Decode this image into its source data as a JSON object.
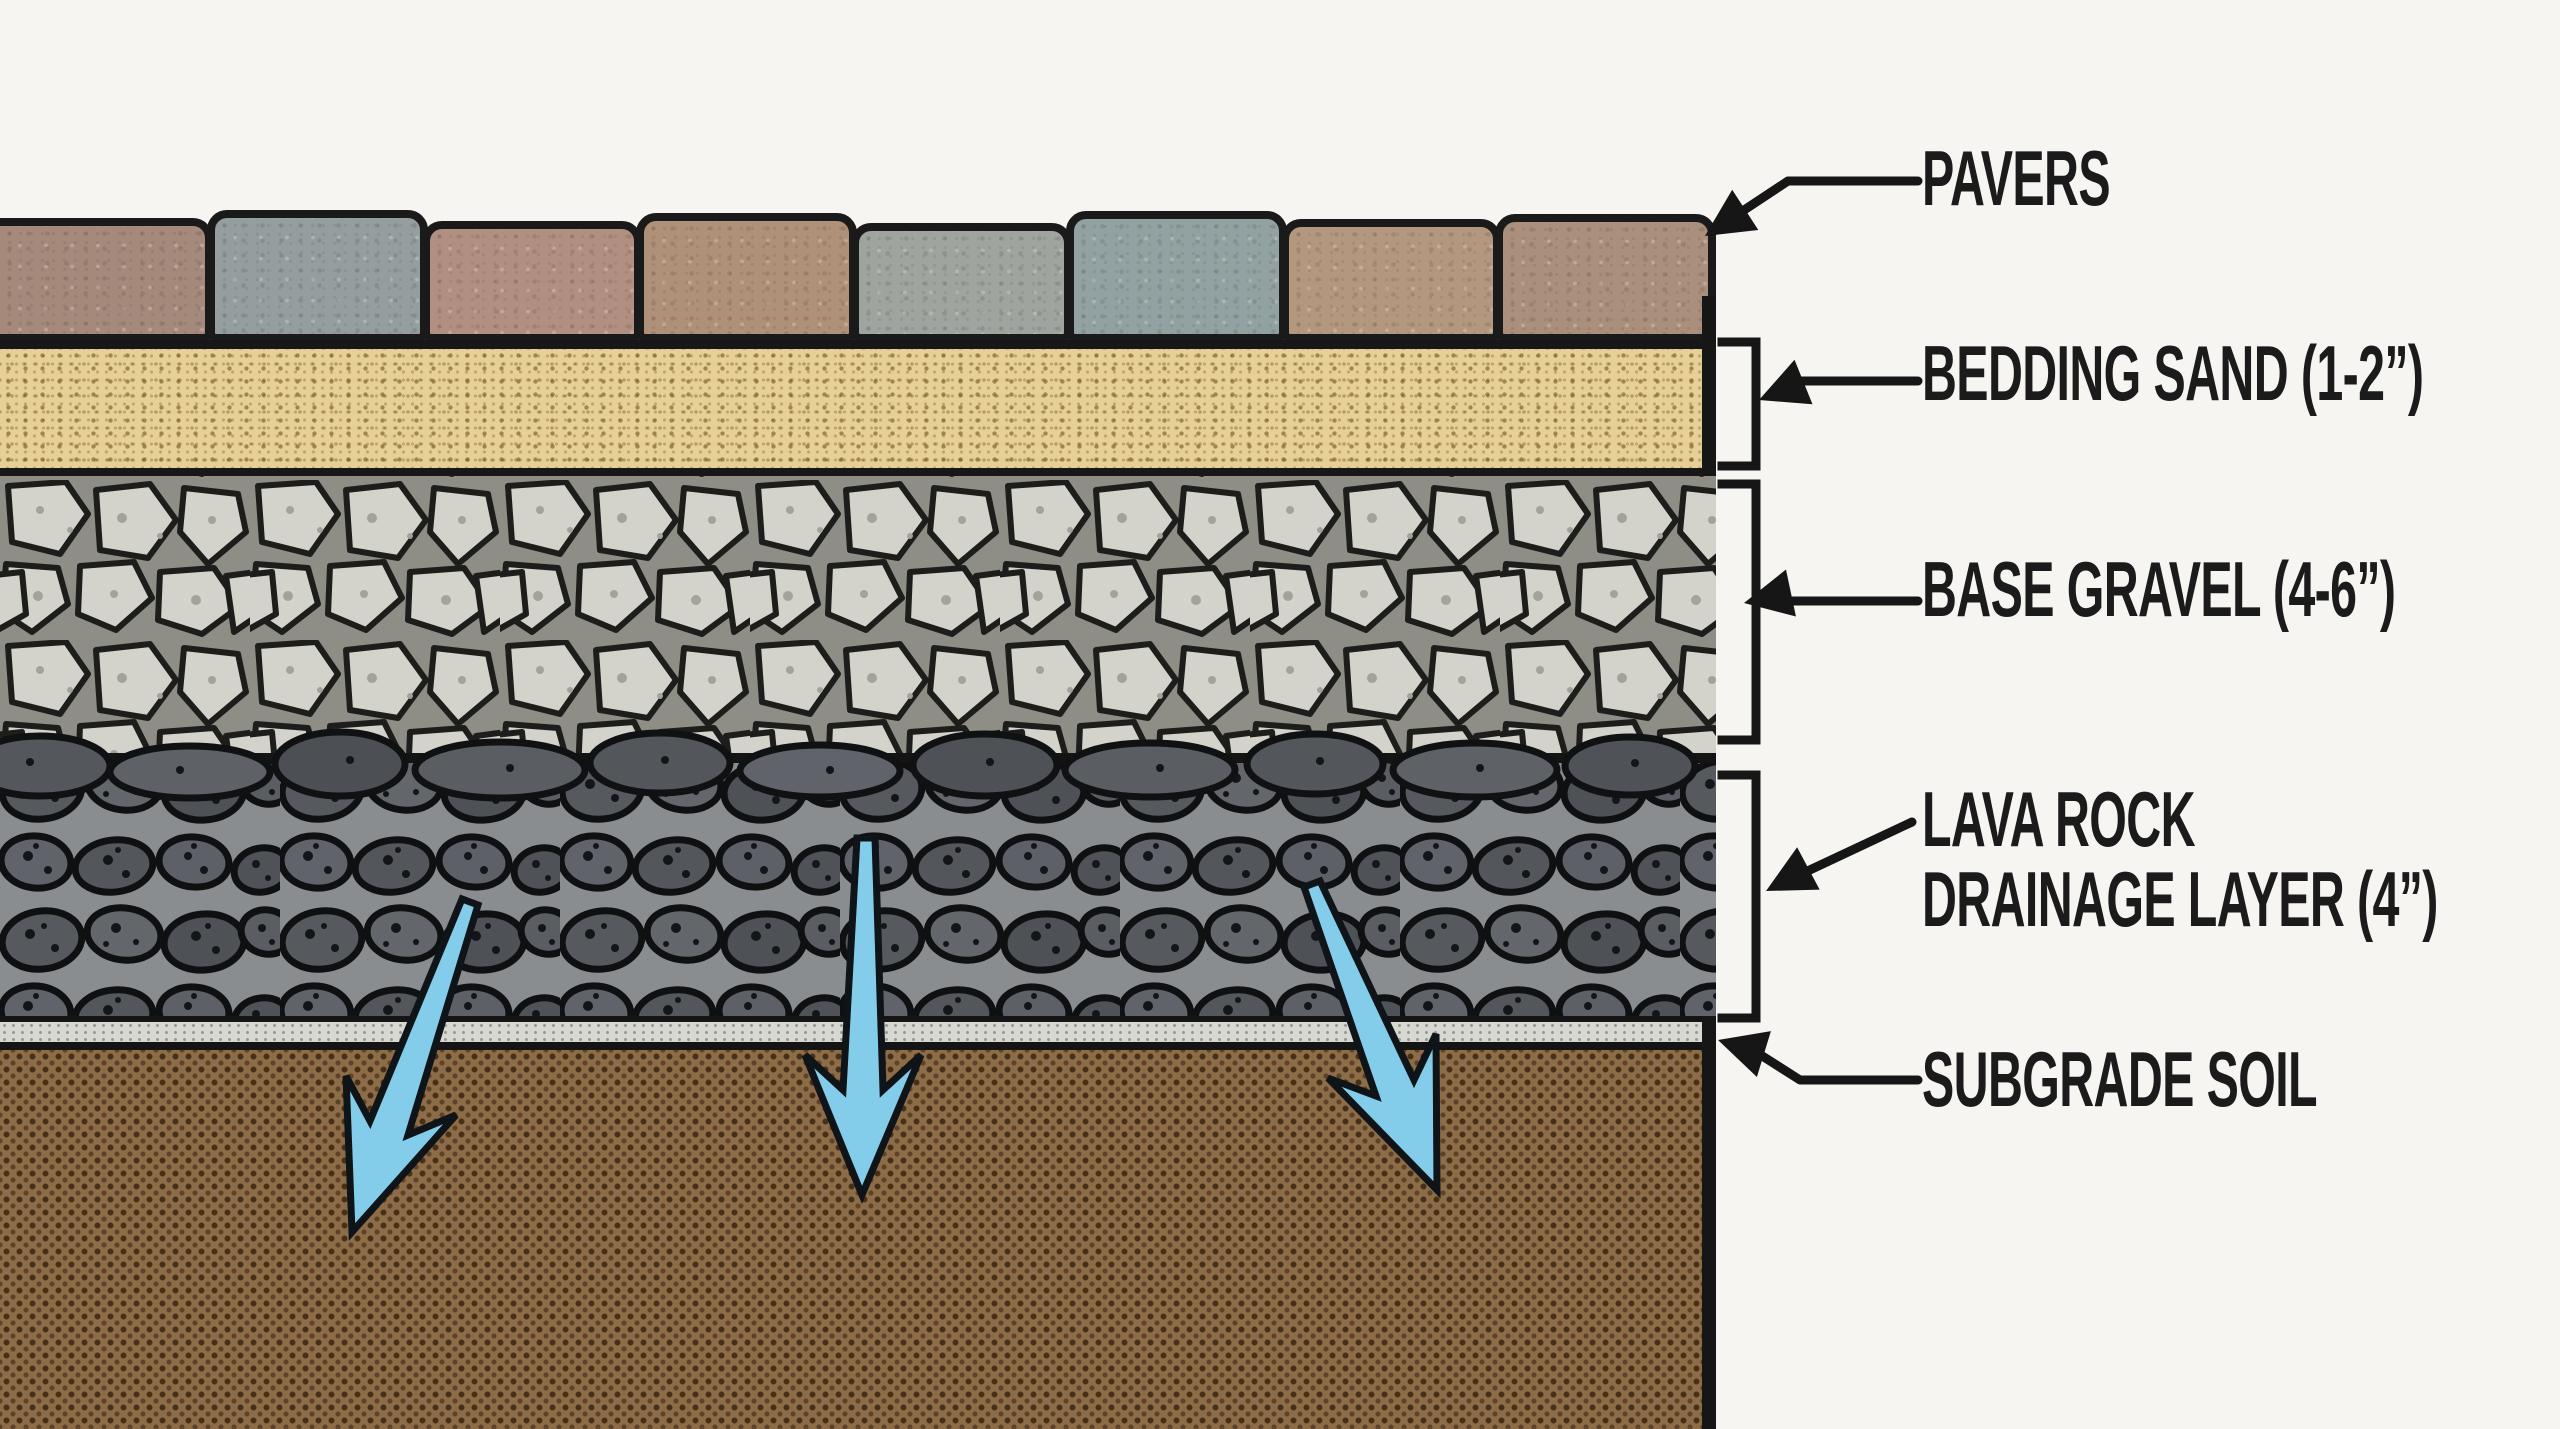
{
  "diagram": {
    "type": "paver-installation-cross-section",
    "background_color": "#f7f5f1",
    "outline_color": "#161616",
    "labels": {
      "pavers": "PAVERS",
      "bedding_sand": "BEDDING SAND (1-2”)",
      "base_gravel": "BASE GRAVEL (4-6”)",
      "lava_rock_line1": "LAVA ROCK",
      "lava_rock_line2": "DRAINAGE LAYER (4”)",
      "subgrade_soil": "SUBGRADE SOIL"
    },
    "paver_colors": [
      "#a58a7b",
      "#949e9e",
      "#b19082",
      "#af9079",
      "#9fa49f",
      "#92a1a1",
      "#b4977f",
      "#aa8f7c"
    ],
    "layer_colors": {
      "sand": "#e6d097",
      "gravel_stone": "#d3d3cc",
      "gravel_background": "#8e8e87",
      "lava_rock": "#56595d",
      "lava_background": "#8a8d8f",
      "geotextile": "#d8d8d3",
      "soil": "#8d6c48"
    },
    "water_arrows": {
      "count": 3,
      "fill_color": "#84cdea"
    }
  }
}
